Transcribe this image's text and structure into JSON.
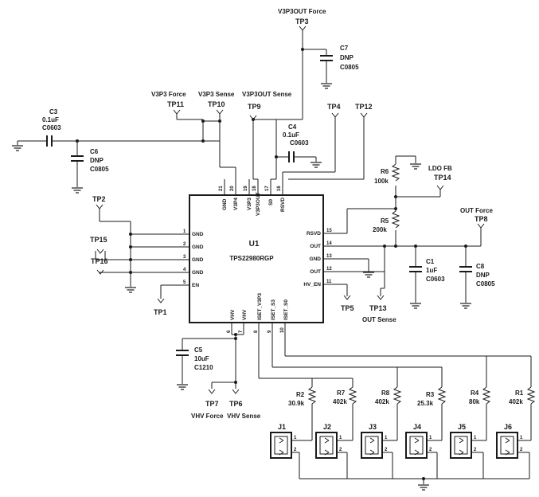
{
  "ic": {
    "ref": "U1",
    "part": "TPS22980RGP"
  },
  "ic_pins": {
    "top": [
      {
        "name": "GND",
        "num": "21"
      },
      {
        "name": "V3P4",
        "num": "20"
      },
      {
        "name": "V3P3",
        "num": "19"
      },
      {
        "name": "V3P3OUT",
        "num": "18"
      },
      {
        "name": "S0",
        "num": "17"
      },
      {
        "name": "RSVD",
        "num": "16"
      }
    ],
    "left": [
      {
        "name": "GND",
        "num": "1"
      },
      {
        "name": "GND",
        "num": "2"
      },
      {
        "name": "GND",
        "num": "3"
      },
      {
        "name": "GND",
        "num": "4"
      },
      {
        "name": "EN",
        "num": "5"
      }
    ],
    "right": [
      {
        "name": "RSVD",
        "num": "15"
      },
      {
        "name": "OUT",
        "num": "14"
      },
      {
        "name": "GND",
        "num": "13"
      },
      {
        "name": "OUT",
        "num": "12"
      },
      {
        "name": "HV_EN",
        "num": "11"
      }
    ],
    "bottom": [
      {
        "name": "VHV",
        "num": "6"
      },
      {
        "name": "VHV",
        "num": "7"
      },
      {
        "name": "ISET_V3P3",
        "num": "8"
      },
      {
        "name": "ISET_S3",
        "num": "9"
      },
      {
        "name": "ISET_S0",
        "num": "10"
      }
    ]
  },
  "test_points": {
    "tp1": "TP1",
    "tp2": "TP2",
    "tp3": "TP3",
    "tp4": "TP4",
    "tp5": "TP5",
    "tp6": "TP6",
    "tp7": "TP7",
    "tp8": "TP8",
    "tp9": "TP9",
    "tp10": "TP10",
    "tp11": "TP11",
    "tp12": "TP12",
    "tp13": "TP13",
    "tp14": "TP14",
    "tp15": "TP15",
    "tp16": "TP16"
  },
  "net_labels": {
    "v3p3out_force": "V3P3OUT Force",
    "v3p3_force": "V3P3 Force",
    "v3p3_sense": "V3P3 Sense",
    "v3p3out_sense": "V3P3OUT Sense",
    "ldo_fb": "LDO FB",
    "out_force": "OUT Force",
    "out_sense": "OUT Sense",
    "vhv_force": "VHV Force",
    "vhv_sense": "VHV Sense"
  },
  "capacitors": {
    "c3": {
      "ref": "C3",
      "value": "0.1uF",
      "pkg": "C0603"
    },
    "c6": {
      "ref": "C6",
      "value": "DNP",
      "pkg": "C0805"
    },
    "c7": {
      "ref": "C7",
      "value": "DNP",
      "pkg": "C0805"
    },
    "c4": {
      "ref": "C4",
      "value": "0.1uF",
      "pkg": "C0603"
    },
    "c1": {
      "ref": "C1",
      "value": "1uF",
      "pkg": "C0603"
    },
    "c8": {
      "ref": "C8",
      "value": "DNP",
      "pkg": "C0805"
    },
    "c5": {
      "ref": "C5",
      "value": "10uF",
      "pkg": "C1210"
    }
  },
  "resistors": {
    "r6": {
      "ref": "R6",
      "value": "100k"
    },
    "r5": {
      "ref": "R5",
      "value": "200k"
    },
    "r2": {
      "ref": "R2",
      "value": "30.9k"
    },
    "r7": {
      "ref": "R7",
      "value": "402k"
    },
    "r8": {
      "ref": "R8",
      "value": "402k"
    },
    "r3": {
      "ref": "R3",
      "value": "25.3k"
    },
    "r4": {
      "ref": "R4",
      "value": "80k"
    },
    "r1": {
      "ref": "R1",
      "value": "402k"
    }
  },
  "jumpers": {
    "j1": "J1",
    "j2": "J2",
    "j3": "J3",
    "j4": "J4",
    "j5": "J5",
    "j6": "J6",
    "pin1": "1",
    "pin2": "2"
  }
}
